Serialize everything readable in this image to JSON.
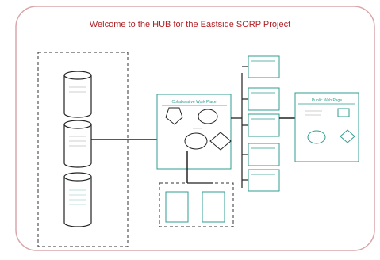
{
  "title": "Welcome to the HUB for the Eastside SORP Project",
  "colors": {
    "border": "#b01f24",
    "accent": "#2f9e8f",
    "line": "#222222"
  },
  "labels": {
    "center_panel": "Collaborative Work Place",
    "right_panel": "Public Web Page"
  }
}
